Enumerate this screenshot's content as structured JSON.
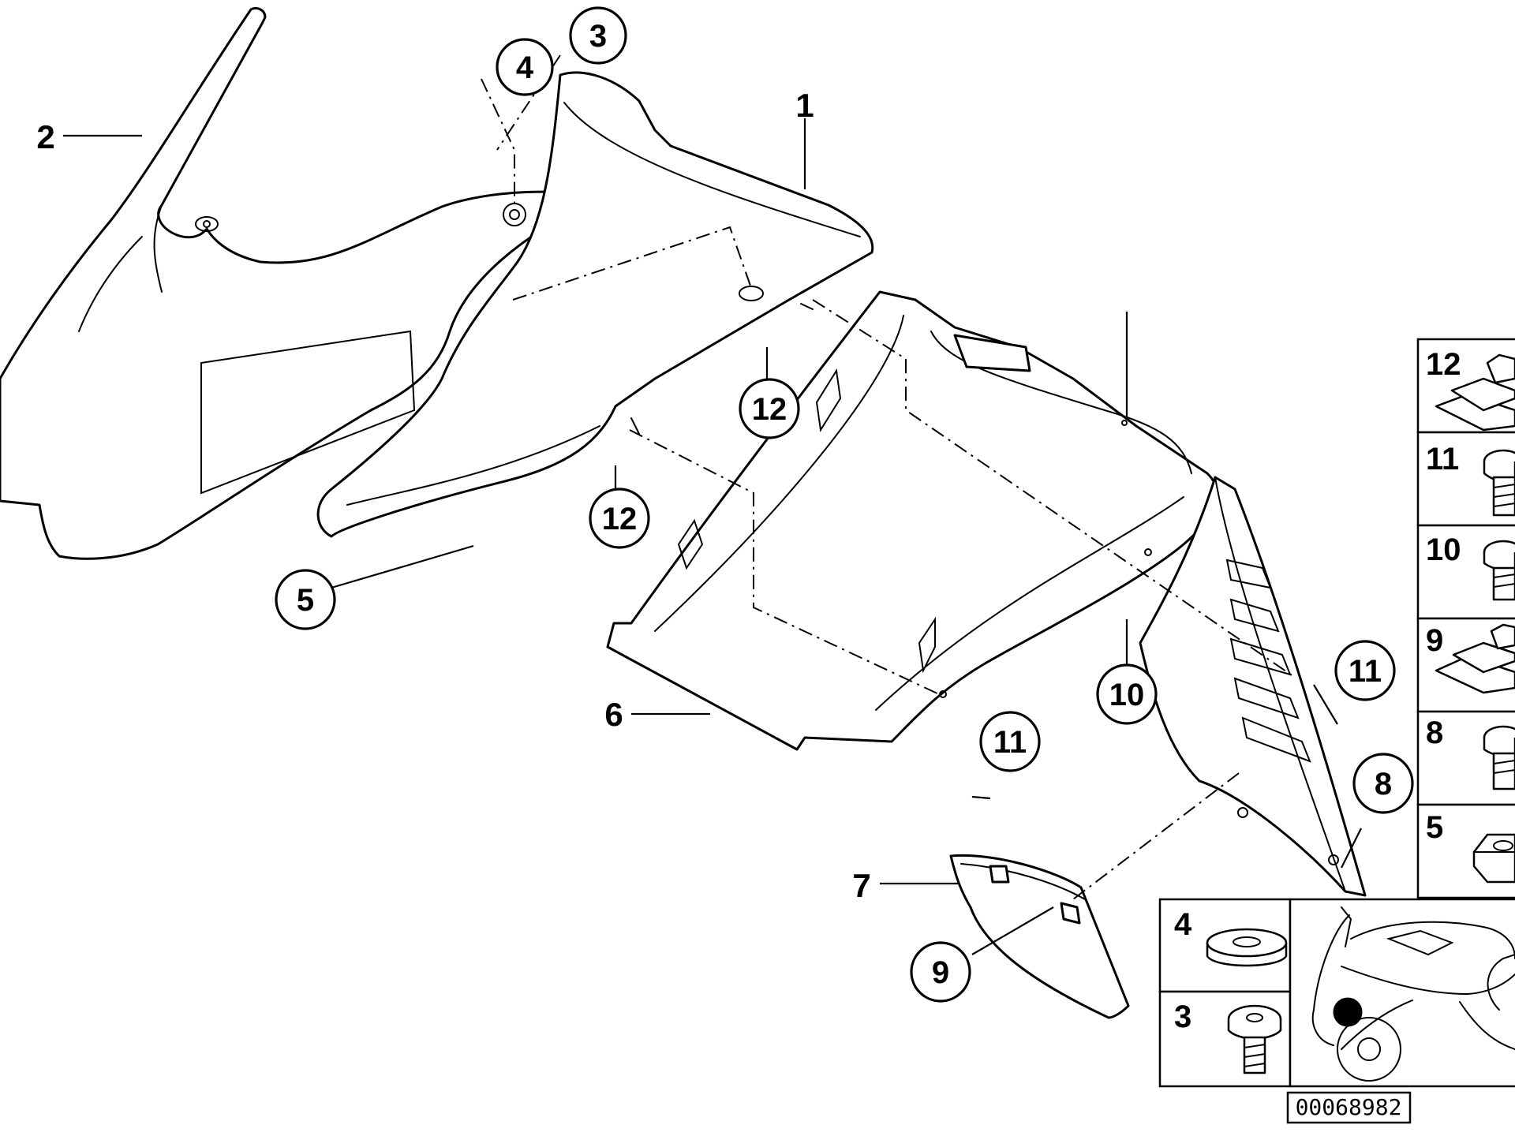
{
  "diagram": {
    "reference_number": "00068982",
    "callouts": [
      "1",
      "2",
      "3",
      "4",
      "5",
      "6",
      "7",
      "8",
      "9",
      "10",
      "11",
      "12"
    ],
    "side_panel_items": [
      "12",
      "11",
      "10",
      "9",
      "8",
      "5"
    ],
    "bottom_panel_items": [
      "4",
      "3"
    ],
    "locator_marker_color": "#000000"
  }
}
